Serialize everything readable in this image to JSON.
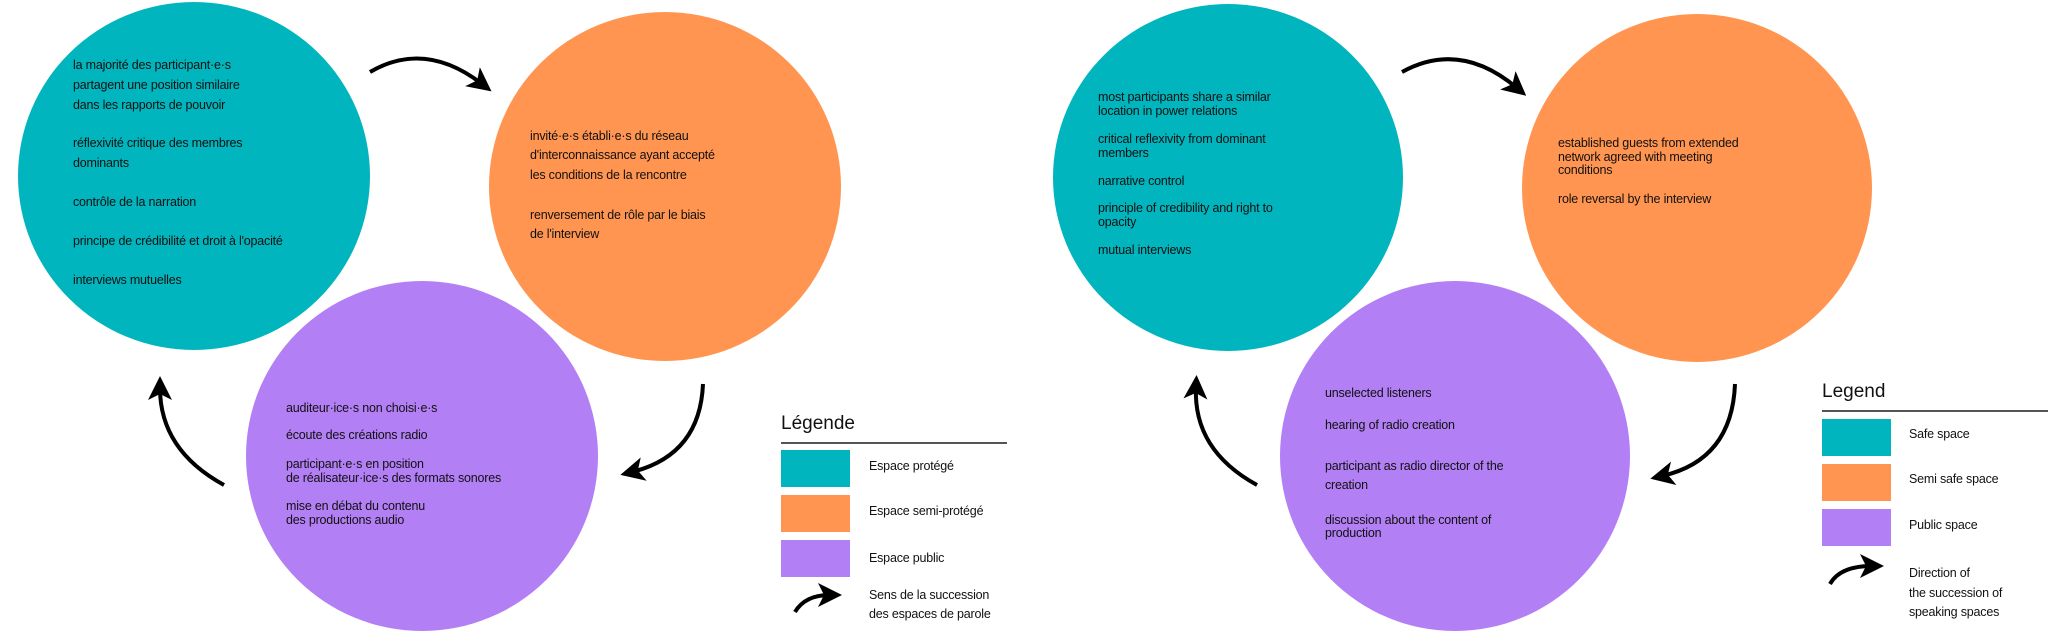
{
  "colors": {
    "safe": "#00b5bd",
    "semi": "#ff9550",
    "public": "#b37ff5",
    "arrow": "#000000"
  },
  "french": {
    "protected_items": [
      [
        "la majorité des participant·e·s",
        "partagent une position similaire",
        "dans les rapports de pouvoir"
      ],
      [
        "réflexivité critique des membres",
        "dominants"
      ],
      [
        "contrôle de la narration"
      ],
      [
        "principe de crédibilité et droit à l'opacité"
      ],
      [
        "interviews mutuelles"
      ]
    ],
    "semi_items": [
      [
        "invité·e·s établi·e·s du réseau",
        "d'interconnaissance ayant accepté",
        "les conditions de la rencontre"
      ],
      [
        "renversement de rôle par le biais",
        "de l'interview"
      ]
    ],
    "public_items": [
      [
        "auditeur·ice·s non choisi·e·s"
      ],
      [
        "écoute des créations radio"
      ],
      [
        "participant·e·s en position",
        "de réalisateur·ice·s des formats sonores"
      ],
      [
        "mise en débat du contenu",
        "des productions audio"
      ]
    ],
    "legend": {
      "title": "Légende",
      "safe": "Espace protégé",
      "semi": "Espace semi-protégé",
      "public": "Espace public",
      "arrow": [
        "Sens de la succession",
        "des espaces de parole"
      ]
    }
  },
  "english": {
    "protected_items": [
      [
        "most participants share a similar",
        "location in power relations"
      ],
      [
        "critical reflexivity from dominant",
        "members"
      ],
      [
        "narrative control"
      ],
      [
        "principle of credibility and right to",
        "opacity"
      ],
      [
        "mutual interviews"
      ]
    ],
    "semi_items": [
      [
        "established guests from extended",
        "network agreed with meeting",
        "conditions"
      ],
      [
        "role reversal by the interview"
      ]
    ],
    "public_items": [
      [
        "unselected listeners"
      ],
      [
        "hearing of radio creation"
      ],
      [
        "participant as radio director of the",
        "creation"
      ],
      [
        "discussion about the content of",
        "production"
      ]
    ],
    "legend": {
      "title": "Legend",
      "safe": "Safe space",
      "semi": "Semi safe space",
      "public": "Public space",
      "arrow": [
        "Direction of",
        "the succession of",
        "speaking spaces"
      ]
    }
  }
}
